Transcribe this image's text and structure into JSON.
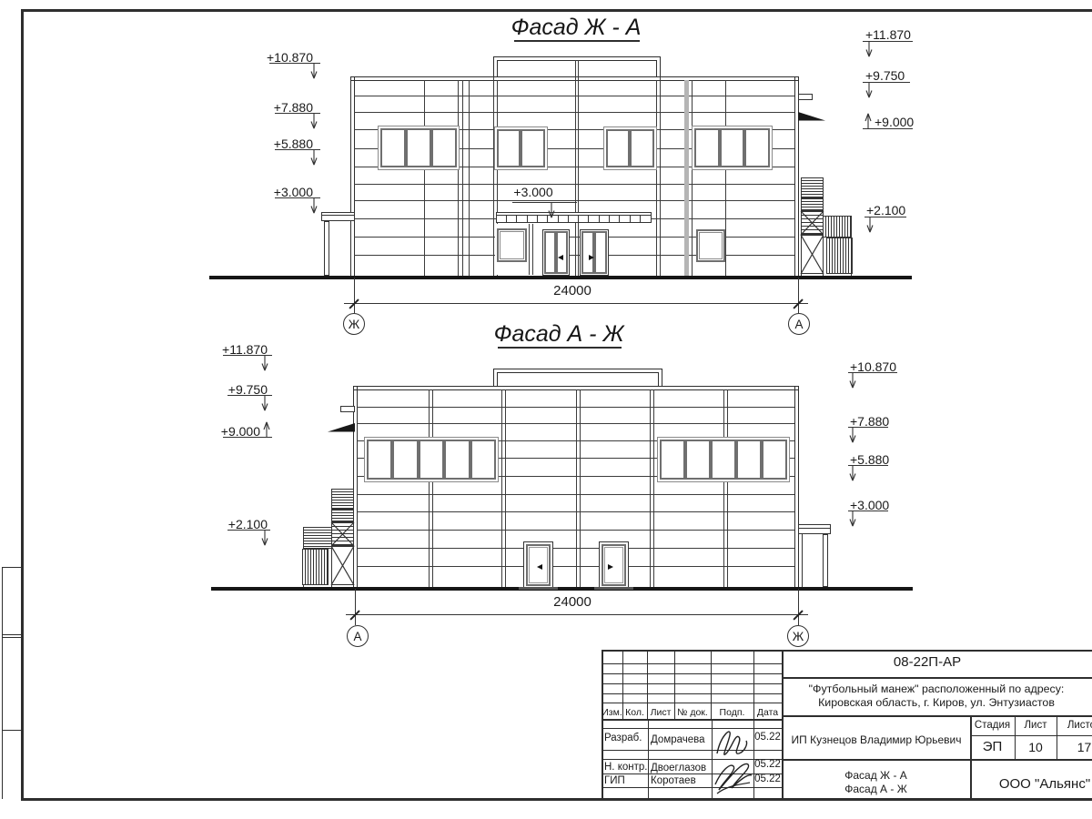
{
  "drawings": {
    "facade_top": {
      "title": "Фасад Ж - А",
      "marks_left": [
        "+10.870",
        "+7.880",
        "+5.880",
        "+3.000"
      ],
      "marks_right": [
        "+11.870",
        "+9.750",
        "+9.000",
        "+2.100"
      ],
      "entrance_mark": "+3.000",
      "dimension": "24000",
      "axis_left": "Ж",
      "axis_right": "А"
    },
    "facade_bottom": {
      "title": "Фасад А - Ж",
      "marks_left": [
        "+11.870",
        "+9.750",
        "+9.000",
        "+2.100"
      ],
      "marks_right": [
        "+10.870",
        "+7.880",
        "+5.880",
        "+3.000"
      ],
      "dimension": "24000",
      "axis_left": "А",
      "axis_right": "Ж"
    }
  },
  "title_block": {
    "doc_number": "08-22П-АР",
    "project_line1": "\"Футбольный манеж\" расположенный по адресу:",
    "project_line2": "Кировская область, г. Киров, ул. Энтузиастов",
    "client": "ИП Кузнецов Владимир Юрьевич",
    "columns": {
      "izm": "Изм.",
      "kol": "Кол.",
      "list": "Лист",
      "doc": "№ док.",
      "podp": "Подп.",
      "data": "Дата"
    },
    "row1_role": "Разраб.",
    "row1_name": "Домрачева",
    "row1_date": "05.22",
    "row2_role": "Н. контр.",
    "row2_name": "Двоеглазов",
    "row2_date": "05.22",
    "row3_role": "ГИП",
    "row3_name": "Коротаев",
    "row3_date": "05.22",
    "stage_label": "Стадия",
    "sheet_label": "Лист",
    "sheets_label": "Листов",
    "stage": "ЭП",
    "sheet": "10",
    "sheets": "17",
    "sheet_title_line1": "Фасад Ж - А",
    "sheet_title_line2": "Фасад А - Ж",
    "company": "ООО \"Альянс\""
  }
}
